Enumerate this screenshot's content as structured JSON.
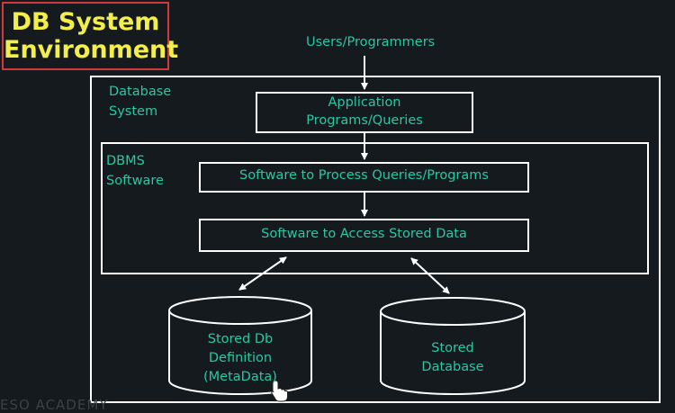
{
  "title": {
    "line1": "DB System",
    "line2": "Environment"
  },
  "nodes": {
    "users": "Users/Programmers",
    "db_system_line1": "Database",
    "db_system_line2": "System",
    "app_line1": "Application",
    "app_line2": "Programs/Queries",
    "dbms_line1": "DBMS",
    "dbms_line2": "Software",
    "process": "Software to Process Queries/Programs",
    "access": "Software to Access Stored Data",
    "metadata_line1": "Stored Db",
    "metadata_line2": "Definition",
    "metadata_line3": "(MetaData)",
    "database_line1": "Stored",
    "database_line2": "Database"
  },
  "watermark": "ESO ACADEMY",
  "colors": {
    "background": "#141a1d",
    "lines": "#ffffff",
    "text": "#27c9a4",
    "title_text": "#f4ee4a",
    "title_border": "#d03a3a"
  }
}
